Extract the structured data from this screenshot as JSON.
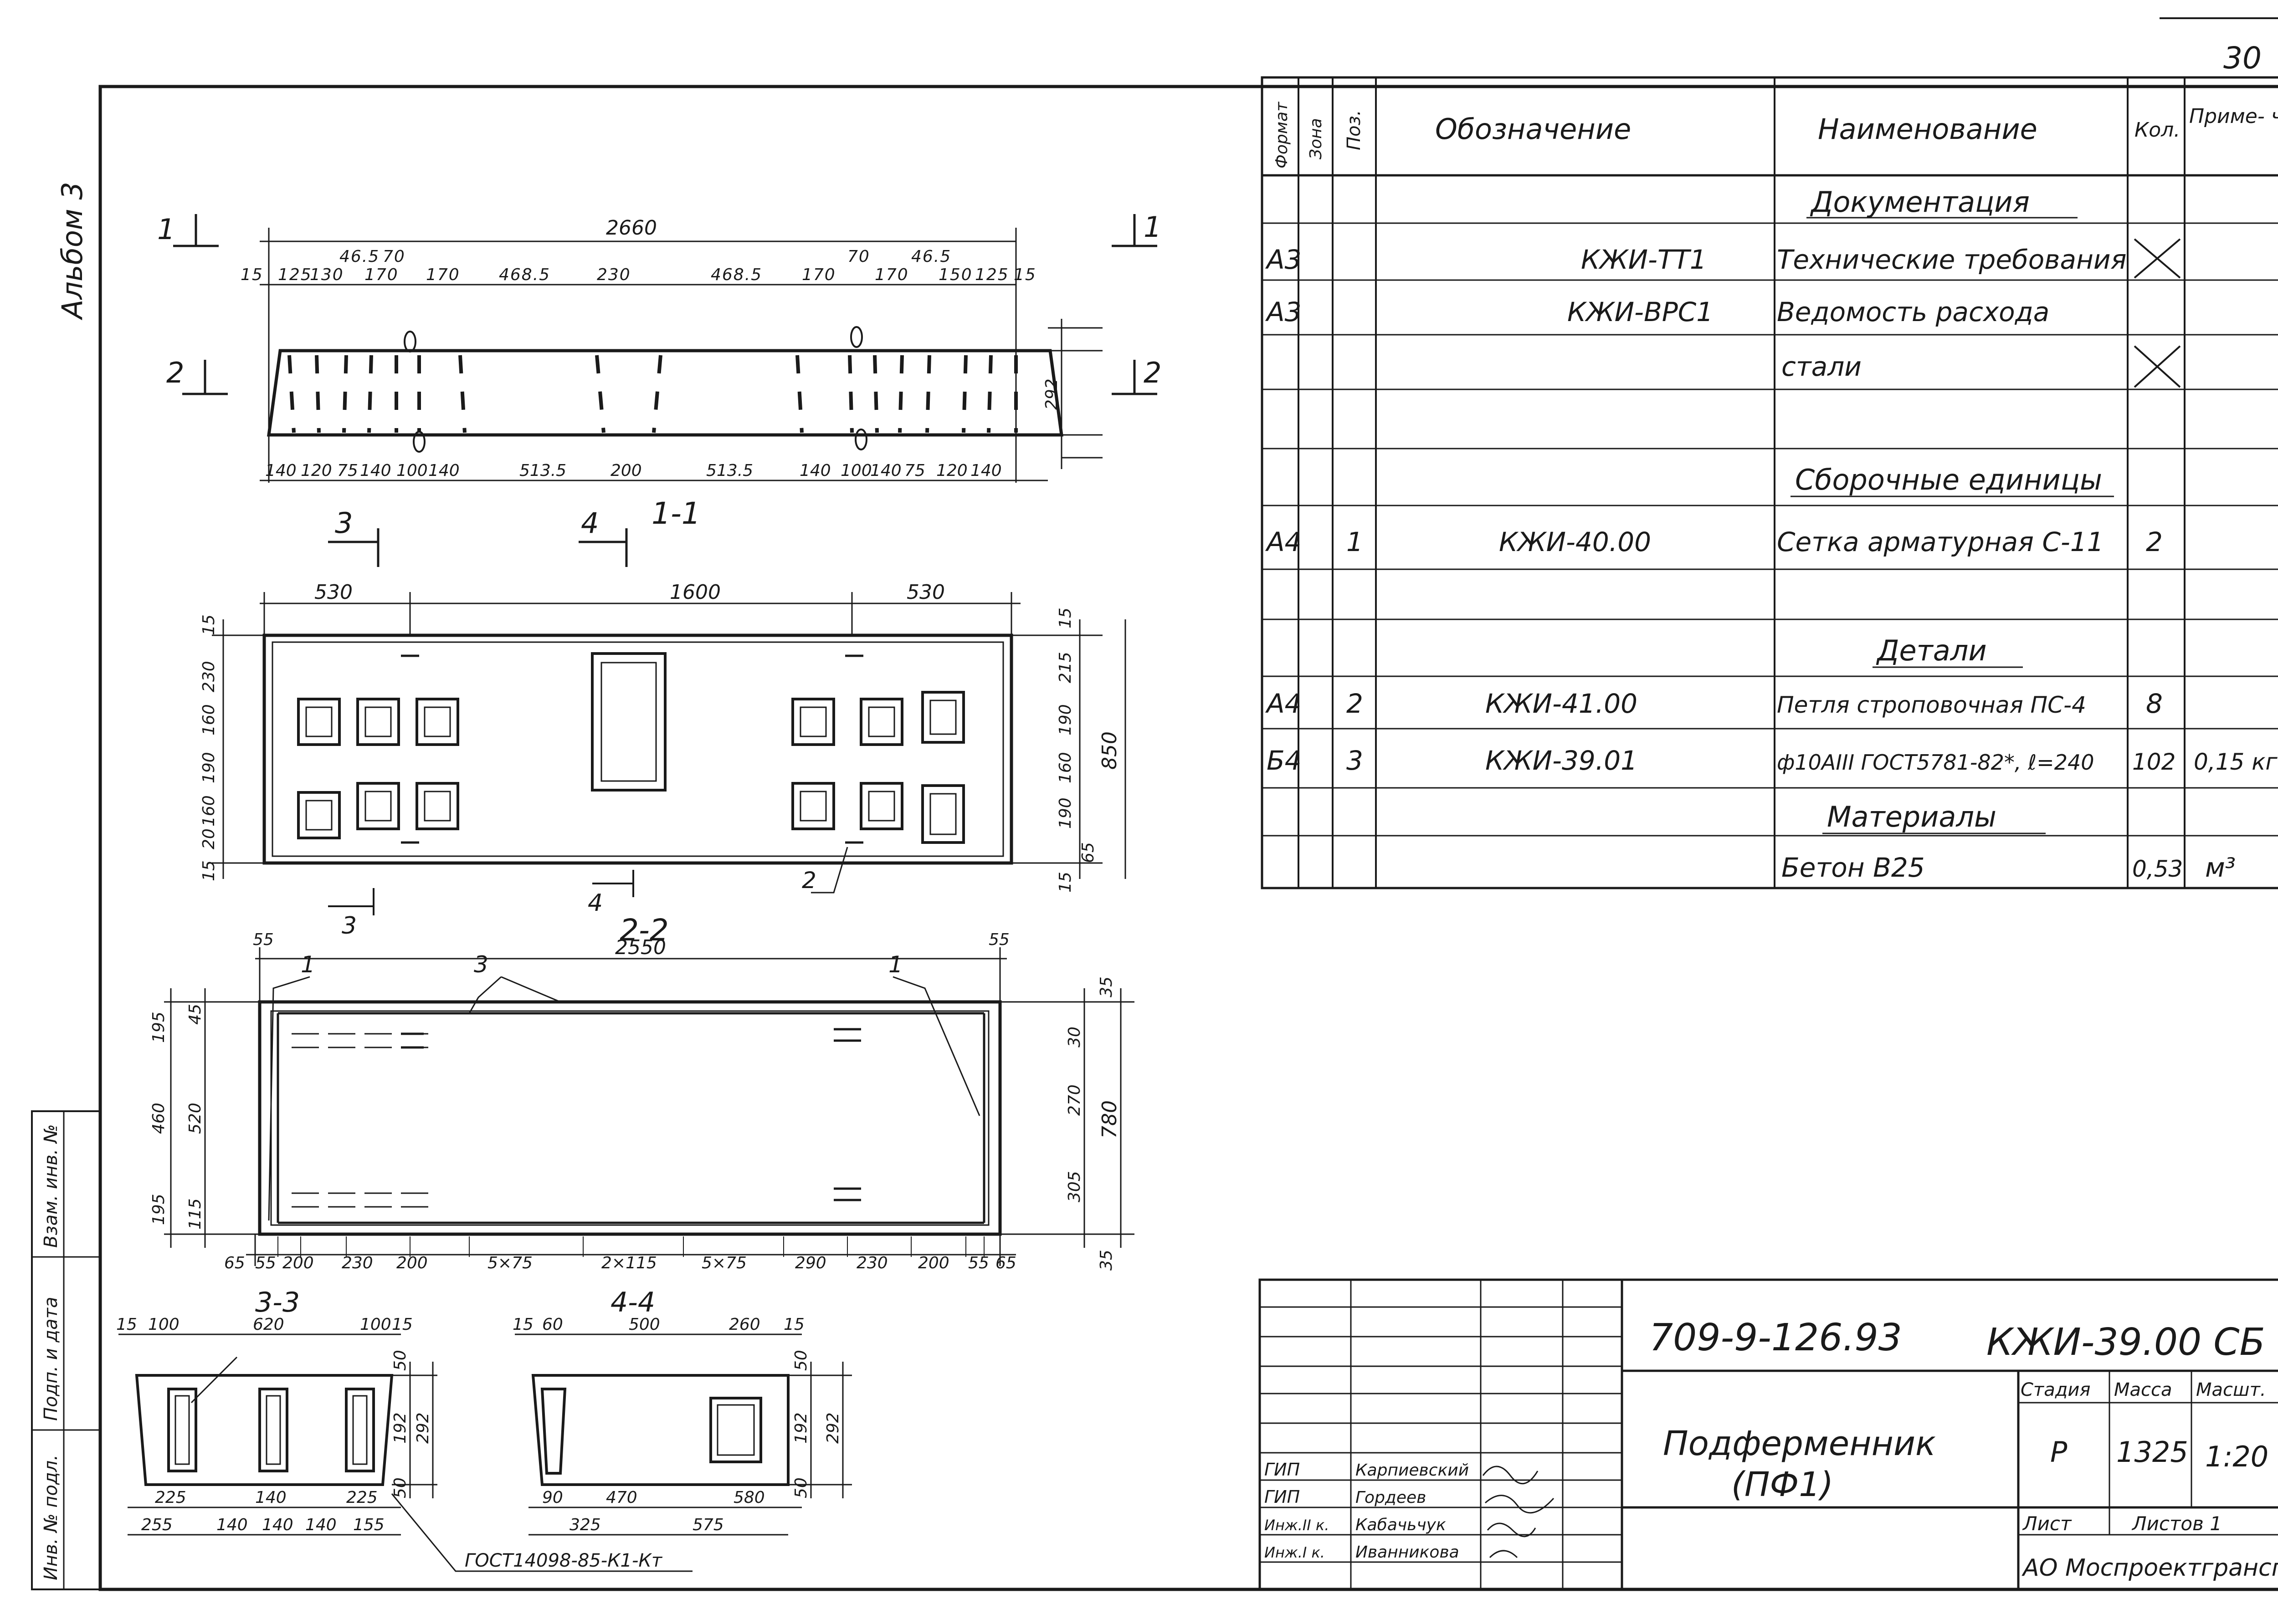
{
  "sheet": {
    "page_number": "30",
    "album_label": "Альбом 3",
    "side_stamp": [
      "Взам. инв. №",
      "Подп. и дата",
      "Инв. № подл."
    ]
  },
  "spec_table": {
    "headers": {
      "format": "Формат",
      "zone": "Зона",
      "pos": "Поз.",
      "designation": "Обозначение",
      "name": "Наименование",
      "qty": "Кол.",
      "note": "Приме- чание"
    },
    "sections": {
      "documentation": "Документация",
      "assemblies": "Сборочные единицы",
      "details": "Детали",
      "materials": "Материалы"
    },
    "rows": [
      {
        "format": "А3",
        "pos": "",
        "designation": "КЖИ-ТТ1",
        "name": "Технические требования",
        "qty": "",
        "note": ""
      },
      {
        "format": "А3",
        "pos": "",
        "designation": "КЖИ-ВРС1",
        "name": "Ведомость расхода",
        "qty": "",
        "note": ""
      },
      {
        "format": "",
        "pos": "",
        "designation": "",
        "name": "стали",
        "qty": "",
        "note": ""
      },
      {
        "format": "А4",
        "pos": "1",
        "designation": "КЖИ-40.00",
        "name": "Сетка арматурная С-11",
        "qty": "2",
        "note": ""
      },
      {
        "format": "А4",
        "pos": "2",
        "designation": "КЖИ-41.00",
        "name": "Петля строповочная ПС-4",
        "qty": "8",
        "note": ""
      },
      {
        "format": "Б4",
        "pos": "3",
        "designation": "КЖИ-39.01",
        "name": "ф10АIII ГОСТ5781-82*, ℓ=240",
        "qty": "102",
        "note": "0,15 кг"
      },
      {
        "format": "",
        "pos": "",
        "designation": "",
        "name": "Бетон В25",
        "qty": "0,53",
        "note": "м³"
      }
    ]
  },
  "title_block": {
    "document_code": "709-9-126.93",
    "drawing_code": "КЖИ-39.00 СБ",
    "title_line1": "Подферменник",
    "title_line2": "(ПФ1)",
    "stage_label": "Стадия",
    "mass_label": "Масса",
    "scale_label": "Масшт.",
    "stage": "Р",
    "mass": "1325",
    "scale": "1:20",
    "sheet_label": "Лист",
    "sheets_label": "Листов 1",
    "organization": "АО Моспроектгранспрост",
    "signatures": [
      {
        "role": "ГИП",
        "name": "Карпиевский"
      },
      {
        "role": "ГИП",
        "name": "Гордеев"
      },
      {
        "role": "Инж.II к.",
        "name": "Кабачьчук"
      },
      {
        "role": "Инж.I к.",
        "name": "Иванникова"
      }
    ]
  },
  "drawing": {
    "elev_markers": {
      "m1": "1",
      "m2": "2",
      "m3": "3",
      "m4": "4"
    },
    "section_labels": {
      "s11": "1-1",
      "s22": "2-2",
      "s33": "3-3",
      "s44": "4-4"
    },
    "elev": {
      "overall": "2660",
      "top_row": [
        "15",
        "125",
        "130",
        "46.5",
        "70",
        "170",
        "170",
        "468.5",
        "230",
        "468.5",
        "170",
        "70",
        "170",
        "46.5",
        "150",
        "125",
        "15"
      ],
      "bottom_row": [
        "140",
        "120",
        "75",
        "140",
        "100",
        "140",
        "513.5",
        "200",
        "513.5",
        "140",
        "100",
        "140",
        "75",
        "120",
        "140"
      ],
      "height": "292"
    },
    "plan": {
      "top": [
        "530",
        "1600",
        "530"
      ],
      "left": [
        "15",
        "230",
        "160",
        "190",
        "160",
        "20",
        "15"
      ],
      "right": [
        "15",
        "215",
        "190",
        "160",
        "190",
        "65",
        "15"
      ],
      "height": "850",
      "callout": "2"
    },
    "sect": {
      "overall": "2550",
      "edge": [
        "55",
        "55"
      ],
      "callouts": [
        "1",
        "3",
        "1"
      ],
      "left": [
        "195",
        "45",
        "460",
        "520",
        "195",
        "115"
      ],
      "right": [
        "35",
        "30",
        "270",
        "305",
        "35"
      ],
      "height": "780",
      "bottom": [
        "65",
        "55",
        "200",
        "230",
        "200",
        "5×75",
        "2×115",
        "5×75",
        "290",
        "230",
        "200",
        "55",
        "65"
      ]
    },
    "s33": {
      "top": [
        "15",
        "100",
        "620",
        "100",
        "15"
      ],
      "right": [
        "50",
        "192",
        "292",
        "50"
      ],
      "bottom1": [
        "225",
        "140",
        "225"
      ],
      "bottom2": [
        "255",
        "140",
        "140",
        "140",
        "155"
      ]
    },
    "s44": {
      "top": [
        "15",
        "60",
        "500",
        "260",
        "15"
      ],
      "right": [
        "50",
        "192",
        "292",
        "50"
      ],
      "bottom1": [
        "90",
        "470",
        "580"
      ],
      "bottom2": [
        "325",
        "575"
      ]
    },
    "gost_note": "ГОСТ14098-85-К1-Кт"
  }
}
